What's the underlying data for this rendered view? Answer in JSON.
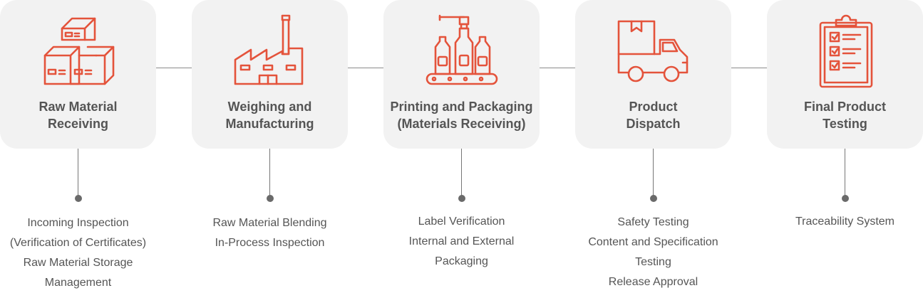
{
  "colors": {
    "accent": "#E4533B",
    "card_bg": "#F2F2F2",
    "text": "#555555",
    "line": "#8A8A8A"
  },
  "stages": [
    {
      "icon": "boxes-icon",
      "title_lines": [
        "Raw Material",
        "Receiving"
      ],
      "detail_lines": [
        "Incoming Inspection",
        "(Verification of Certificates)",
        "Raw Material Storage",
        "Management"
      ]
    },
    {
      "icon": "factory-icon",
      "title_lines": [
        "Weighing and",
        "Manufacturing"
      ],
      "detail_lines": [
        "Raw Material Blending",
        "In-Process Inspection"
      ]
    },
    {
      "icon": "bottle-conveyor-icon",
      "title_lines": [
        "Printing and Packaging",
        "(Materials Receiving)"
      ],
      "detail_lines": [
        "Label Verification",
        "Internal and External",
        "Packaging"
      ]
    },
    {
      "icon": "delivery-truck-icon",
      "title_lines": [
        "Product",
        "Dispatch"
      ],
      "detail_lines": [
        "Safety Testing",
        "Content and Specification",
        "Testing",
        "Release Approval"
      ]
    },
    {
      "icon": "clipboard-checklist-icon",
      "title_lines": [
        "Final Product",
        "Testing"
      ],
      "detail_lines": [
        "Traceability System"
      ]
    }
  ]
}
